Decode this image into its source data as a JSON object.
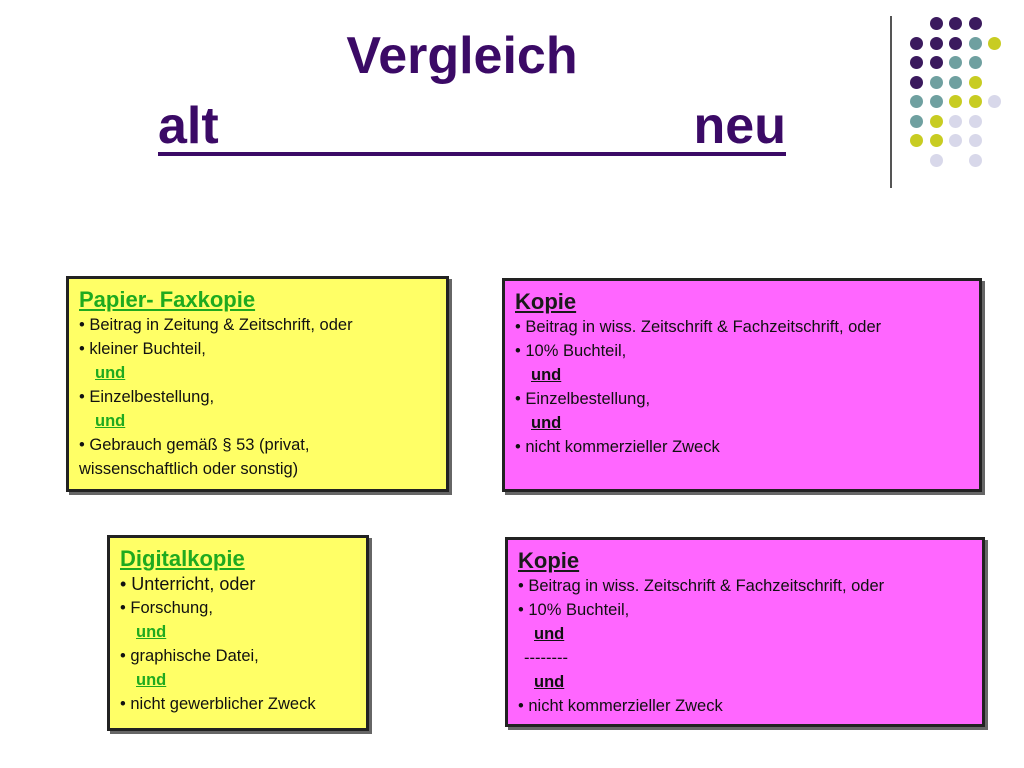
{
  "title": {
    "line1": "Vergleich",
    "left": "alt",
    "right": "neu"
  },
  "colors": {
    "title": "#3b0a66",
    "box_old": "#ffff66",
    "box_new": "#ff66ff",
    "green_text": "#1faa1f",
    "dot_purple": "#3b1a5e",
    "dot_teal": "#6fa0a0",
    "dot_olive": "#c8cc22",
    "dot_lavender": "#d8d8ea"
  },
  "box_old_paper": {
    "heading": "Papier- Faxkopie",
    "lines": [
      "• Beitrag in Zeitung & Zeitschrift, oder",
      "• kleiner Buchteil,",
      "und",
      "• Einzelbestellung,",
      "und",
      "• Gebrauch gemäß  § 53 (privat,",
      "wissenschaftlich oder sonstig)"
    ]
  },
  "box_new_paper": {
    "heading": "Kopie",
    "lines": [
      "• Beitrag in wiss. Zeitschrift  & Fachzeitschrift, oder",
      "• 10% Buchteil,",
      "und",
      "• Einzelbestellung,",
      "und",
      "• nicht kommerzieller Zweck"
    ]
  },
  "box_old_digital": {
    "heading": "Digitalkopie",
    "lines": [
      "•  Unterricht, oder",
      "• Forschung,",
      "und",
      "• graphische Datei,",
      "und",
      "• nicht gewerblicher Zweck"
    ]
  },
  "box_new_digital": {
    "heading": "Kopie",
    "lines": [
      "• Beitrag in wiss. Zeitschrift  & Fachzeitschrift, oder",
      "• 10% Buchteil,",
      "und",
      "--------",
      "und",
      "• nicht kommerzieller Zweck"
    ]
  }
}
